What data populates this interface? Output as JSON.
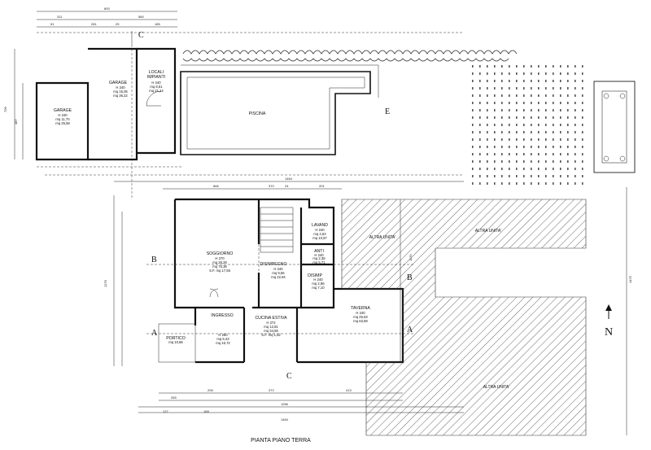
{
  "title": "PIANTA PIANO TERRA",
  "rooms": {
    "garage1": {
      "name": "GARAGE",
      "h": "H 240",
      "mq1": "mq 11,70",
      "mq2": "mq 25,58"
    },
    "garage2": {
      "name": "GARAGE",
      "h": "H 240",
      "mq1": "mq 15,05",
      "mq2": "mq 36,22"
    },
    "locali": {
      "name1": "LOCALI",
      "name2": "IMPIANTI",
      "h": "H 240",
      "mq1": "mq 8,51",
      "mq2": "mq 21,14"
    },
    "piscina": {
      "name": "PISCINA"
    },
    "soggiorno": {
      "name": "SOGGIORNO",
      "h": "H 270",
      "mq1": "mq 28,29",
      "mq2": "mq 76,38",
      "sf": "S.F. mq 17,55"
    },
    "disimpegno": {
      "name": "DISIMPEGNO",
      "h": "H 240",
      "mq1": "mq 9,56",
      "mq2": "mq 22,94"
    },
    "lavand": {
      "name": "LAVAND",
      "h": "H 240",
      "mq1": "mq 4,53",
      "mq2": "mq 10,87"
    },
    "anti": {
      "name": "ANTI",
      "h": "H 240",
      "mq1": "mq 2,38",
      "mq2": "mq 5,71"
    },
    "disimp": {
      "name": "DISIMP",
      "h": "H 240",
      "mq1": "mq 2,96",
      "mq2": "mq 7,10"
    },
    "ingresso": {
      "name": "INGRESSO",
      "h": "H 260",
      "mq1": "mq 6,43",
      "mq2": "mq 16,72"
    },
    "portico": {
      "name": "PORTICO",
      "mq": "mq 10,86"
    },
    "cucina": {
      "name": "CUCINA ESTIVA",
      "h": "H 272",
      "mq1": "mq 12,81",
      "mq2": "mq 34,69",
      "sf": "S.F. mq 1,52"
    },
    "taverna": {
      "name": "TAVERNA",
      "h": "H 240",
      "mq1": "mq 25,63",
      "mq2": "mq 63,69"
    }
  },
  "other_units": [
    "ALTRA UNITA'",
    "ALTRA UNITA'",
    "ALTRA UNITA'"
  ],
  "section_markers": [
    "C",
    "C",
    "B",
    "B",
    "A",
    "A",
    "E"
  ],
  "north": "N",
  "dimensions": {
    "top_total": "893",
    "top_a": "311",
    "top_b": "560",
    "top_c": "51",
    "top_d": "281",
    "top_e": "25",
    "top_f": "185",
    "mid_total": "1464",
    "mid_a": "666",
    "mid_b": "370",
    "mid_c": "24",
    "mid_d": "201",
    "bottom_a": "265",
    "bottom_b": "206",
    "bottom_c": "372",
    "bottom_d": "413",
    "bottom_e": "1266",
    "bottom_f": "168",
    "bottom_total": "1464",
    "bottom_g": "127",
    "left_a": "706",
    "left_b": "487",
    "left_c": "1279",
    "right_a": "1179",
    "right_b": "1475"
  }
}
